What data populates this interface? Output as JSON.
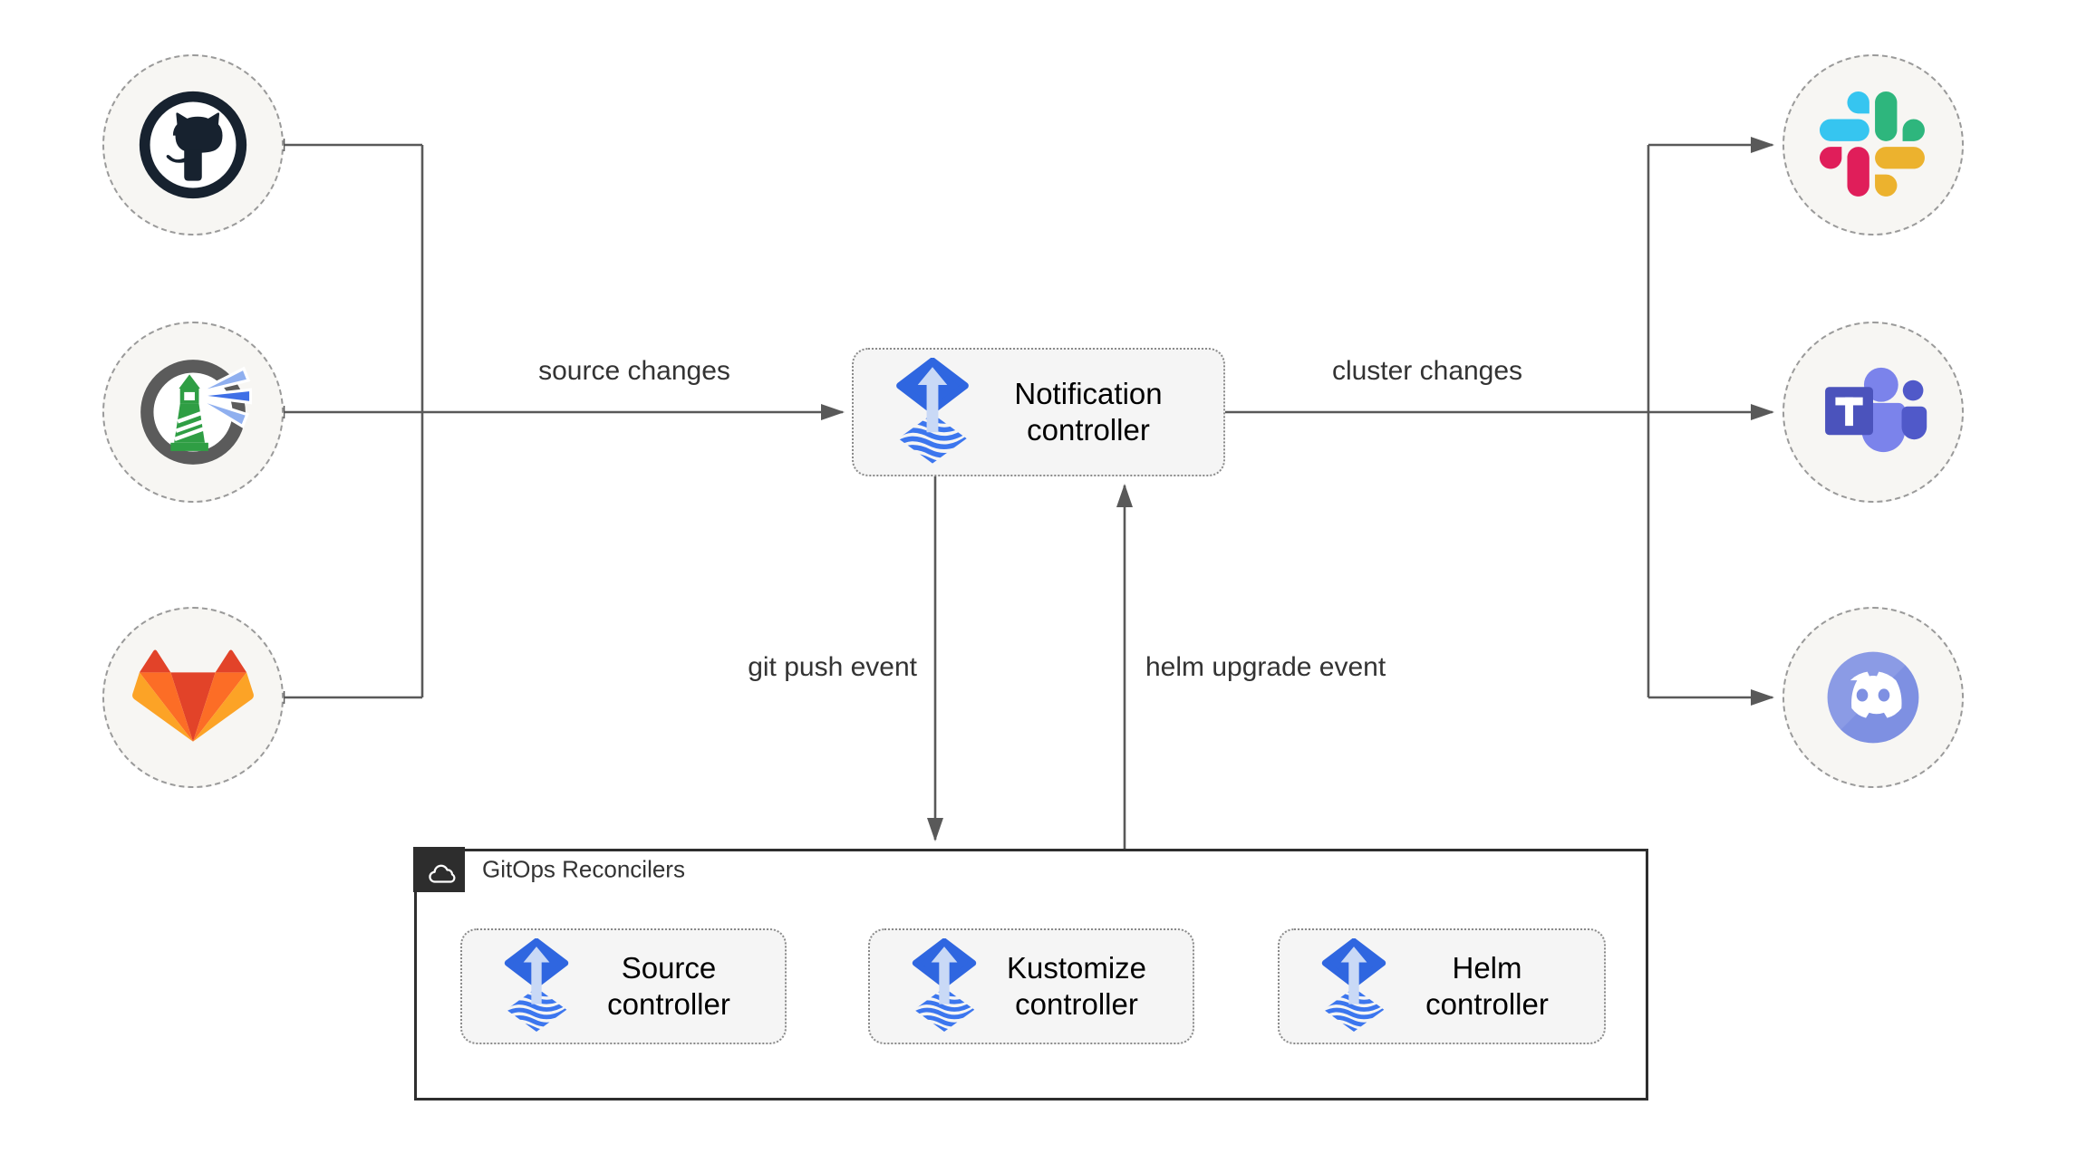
{
  "notification_controller": {
    "label": "Notification controller"
  },
  "gitops_group": {
    "label": "GitOps Reconcilers",
    "controllers": [
      {
        "label": "Source controller"
      },
      {
        "label": "Kustomize controller"
      },
      {
        "label": "Helm controller"
      }
    ]
  },
  "edge_labels": {
    "source_changes": "source changes",
    "cluster_changes": "cluster changes",
    "git_push_event": "git push event",
    "helm_upgrade_event": "helm upgrade event"
  },
  "source_nodes": [
    {
      "icon": "github-icon"
    },
    {
      "icon": "harbor-icon"
    },
    {
      "icon": "gitlab-icon"
    }
  ],
  "target_nodes": [
    {
      "icon": "slack-icon"
    },
    {
      "icon": "teams-icon"
    },
    {
      "icon": "discord-icon"
    }
  ],
  "colors": {
    "connector": "#595959",
    "node_fill": "#f7f6f3",
    "node_border": "#9a9a9a",
    "controller_box_fill": "#f5f5f5",
    "group_border": "#2e2e2e",
    "badge_bg": "#2d2d2d",
    "flux_blue": "#2f66e0",
    "flux_wave_blue": "#3c76ee",
    "slack_blue": "#36C5F0",
    "slack_green": "#2EB67D",
    "slack_red": "#E01E5A",
    "slack_yellow": "#ECB22E",
    "gitlab_red": "#e24329",
    "gitlab_orange": "#fc6d26",
    "gitlab_light_orange": "#fca326",
    "teams_purple": "#4b53bc",
    "discord_blurple": "#7e90e2",
    "harbor_green": "#2f9e44",
    "github_dark": "#17222f"
  }
}
